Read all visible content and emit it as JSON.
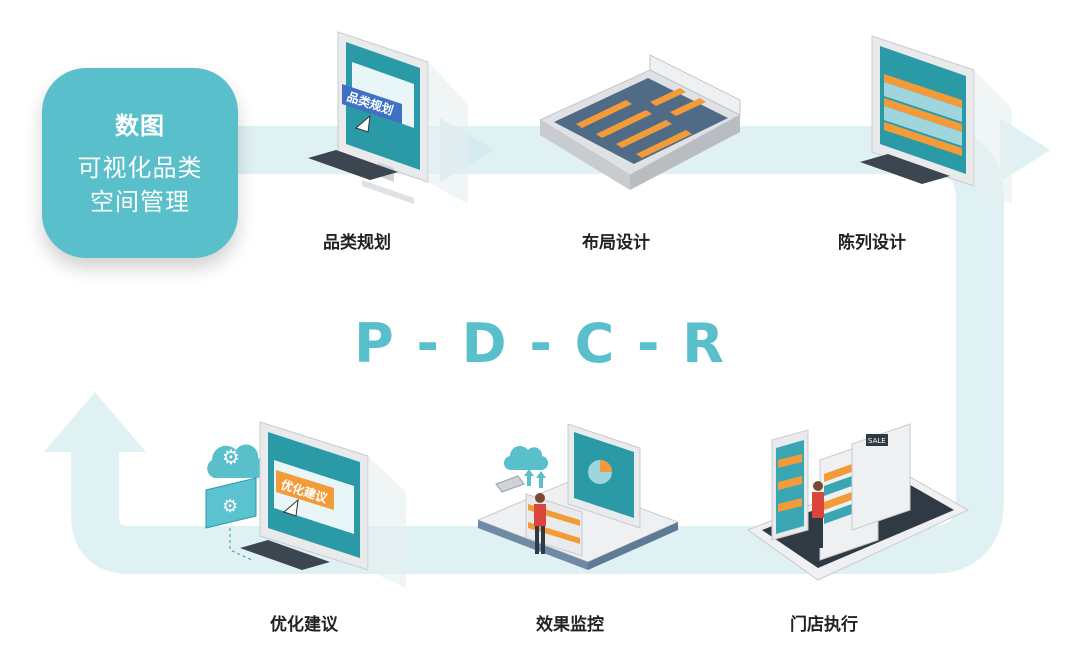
{
  "badge": {
    "title": "数图",
    "line1": "可视化品类",
    "line2": "空间管理"
  },
  "steps": [
    {
      "label": "品类规划",
      "screen_text": "品类规划"
    },
    {
      "label": "布局设计"
    },
    {
      "label": "陈列设计"
    },
    {
      "label": "门店执行",
      "tag": "SALE"
    },
    {
      "label": "效果监控"
    },
    {
      "label": "优化建议",
      "screen_text": "优化建议"
    }
  ],
  "cycle": {
    "label": "P - D - C - R"
  },
  "colors": {
    "accent": "#58bfcb",
    "track": "#dff1f3",
    "orange": "#f29b38",
    "screen": "#2a9aa7",
    "frame": "#e9eaec",
    "dark": "#2f3a44"
  }
}
